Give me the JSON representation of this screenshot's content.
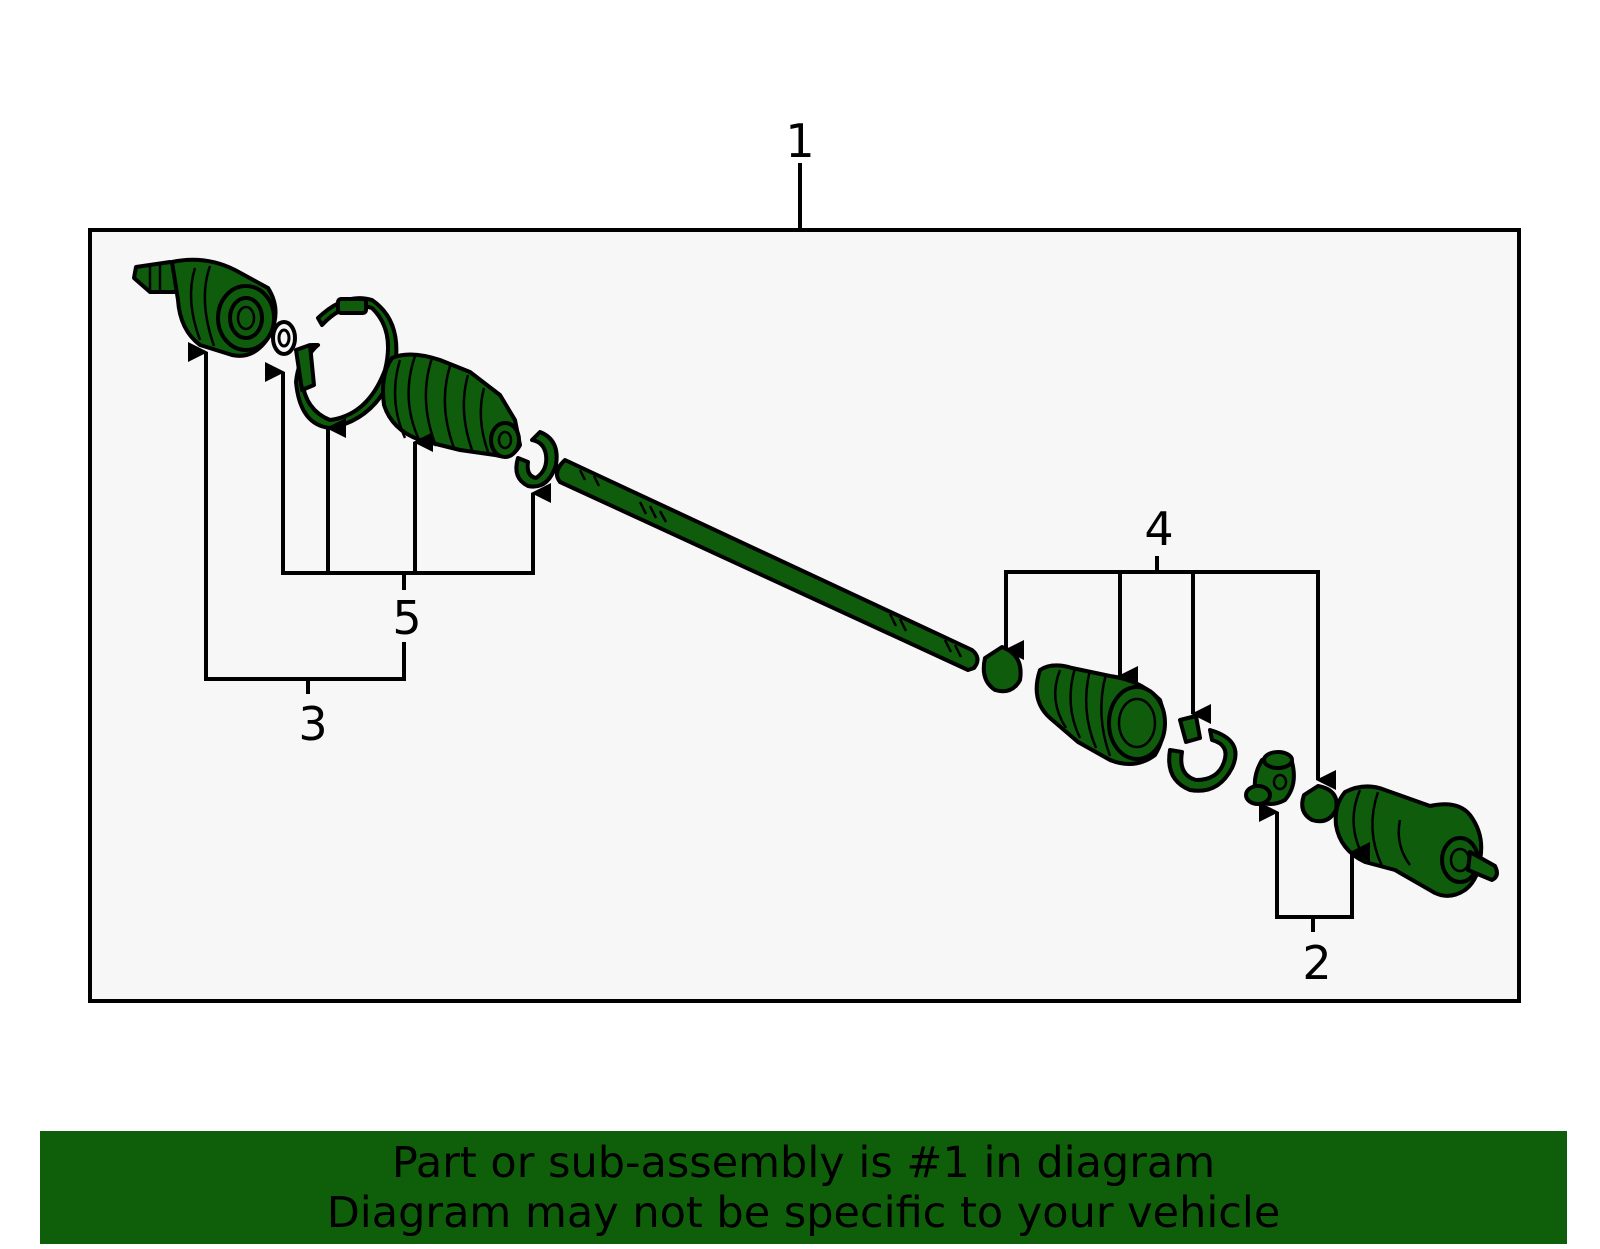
{
  "diagram": {
    "callouts": {
      "c1": "1",
      "c2": "2",
      "c3": "3",
      "c4": "4",
      "c5": "5"
    },
    "colors": {
      "part_fill": "#0e5c0c",
      "box_fill": "#f7f7f7",
      "banner": "#0f5f0a"
    }
  },
  "banner": {
    "line1": "Part or sub-assembly is #1 in diagram",
    "line2": "Diagram may not be specific to your vehicle"
  }
}
